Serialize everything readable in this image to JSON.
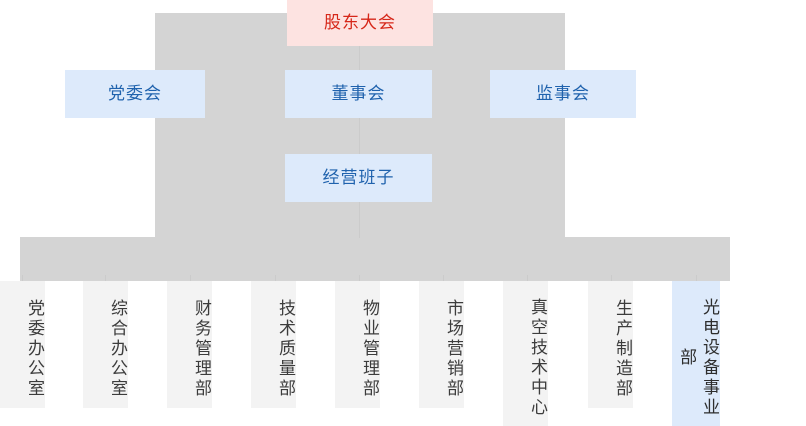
{
  "chart": {
    "type": "org-chart",
    "title": "",
    "palette": {
      "connector_gray": "#d4d4d4",
      "top_node_pink_bg": "#fde3e1",
      "top_node_pink_text": "#d62719",
      "node_blue_bg": "#ddeafb",
      "node_blue_text": "#1f62ad",
      "dept_gray_bg": "#f3f3f3",
      "dept_text": "#3c3c3c",
      "page_bg": "#ffffff"
    },
    "levels": [
      {
        "level": 1,
        "nodes": [
          {
            "id": "shareholders",
            "label": "股东大会",
            "style": "pink",
            "orientation": "horizontal"
          }
        ]
      },
      {
        "level": 2,
        "nodes": [
          {
            "id": "party-committee",
            "label": "党委会",
            "style": "blue",
            "orientation": "horizontal"
          },
          {
            "id": "board-of-directors",
            "label": "董事会",
            "style": "blue",
            "orientation": "horizontal"
          },
          {
            "id": "board-of-supervisors",
            "label": "监事会",
            "style": "blue",
            "orientation": "horizontal"
          }
        ]
      },
      {
        "level": 3,
        "nodes": [
          {
            "id": "management-team",
            "label": "经营班子",
            "style": "blue",
            "orientation": "horizontal"
          }
        ]
      },
      {
        "level": 4,
        "nodes": [
          {
            "id": "party-committee-office",
            "label": "党委办公室",
            "style": "gray",
            "orientation": "vertical"
          },
          {
            "id": "general-office",
            "label": "综合办公室",
            "style": "gray",
            "orientation": "vertical"
          },
          {
            "id": "finance-management-dept",
            "label": "财务管理部",
            "style": "gray",
            "orientation": "vertical"
          },
          {
            "id": "technical-quality-dept",
            "label": "技术质量部",
            "style": "gray",
            "orientation": "vertical"
          },
          {
            "id": "property-management-dept",
            "label": "物业管理部",
            "style": "gray",
            "orientation": "vertical"
          },
          {
            "id": "marketing-dept",
            "label": "市场营销部",
            "style": "gray",
            "orientation": "vertical"
          },
          {
            "id": "vacuum-technology-center",
            "label": "真空技术中心",
            "style": "gray",
            "orientation": "vertical"
          },
          {
            "id": "production-manufacturing-dept",
            "label": "生产制造部",
            "style": "gray",
            "orientation": "vertical"
          },
          {
            "id": "optoelectronic-equipment-division",
            "label": "光电设备事业部",
            "style": "blue",
            "orientation": "vertical"
          }
        ]
      }
    ]
  }
}
